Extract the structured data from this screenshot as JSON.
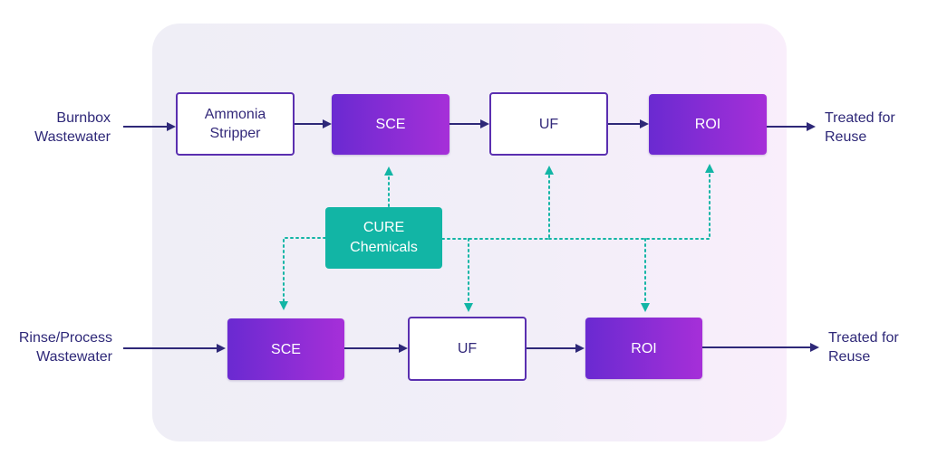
{
  "colors": {
    "ink": "#2e2878",
    "purple_start": "#6a2ad1",
    "purple_end": "#a62fd8",
    "teal": "#12b5a5",
    "panel": "#f1eef8"
  },
  "top_row": {
    "input_label": "Burnbox\nWastewater",
    "stages": [
      "Ammonia\nStripper",
      "SCE",
      "UF",
      "ROI"
    ],
    "output_label": "Treated for\nReuse"
  },
  "bottom_row": {
    "input_label": "Rinse/Process\nWastewater",
    "stages": [
      "SCE",
      "UF",
      "ROI"
    ],
    "output_label": "Treated for\nReuse"
  },
  "chemicals": {
    "label": "CURE\nChemicals"
  }
}
